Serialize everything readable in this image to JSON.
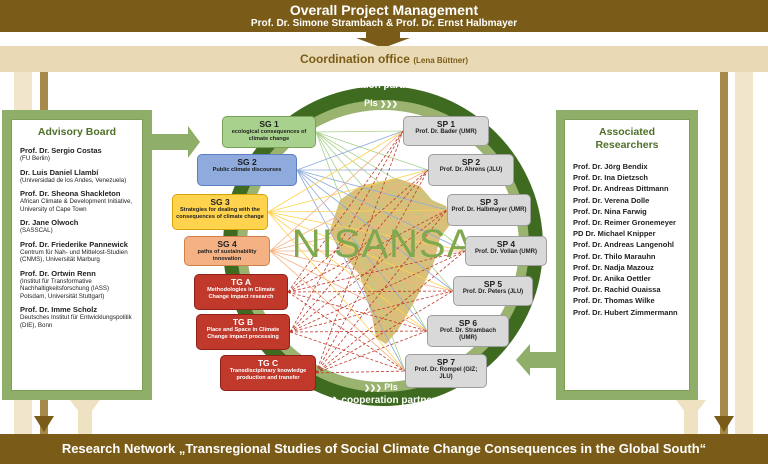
{
  "header": {
    "title": "Overall Project Management",
    "subtitle": "Prof. Dr. Simone Strambach & Prof. Dr. Ernst Halbmayer"
  },
  "coordination": {
    "label": "Coordination office",
    "person": "(Lena Büttner)"
  },
  "advisory": {
    "title": "Advisory Board",
    "members": [
      {
        "name": "Prof. Dr. Sergio Costas",
        "aff": "(FU Berlin)"
      },
      {
        "name": "Dr. Luis Daniel Llambí",
        "aff": "(Universidad de los Andes, Venezuela)"
      },
      {
        "name": "Prof. Dr. Sheona Shackleton",
        "aff": "African Climate & Development Initiative, University of Cape Town"
      },
      {
        "name": "Dr. Jane Olwoch",
        "aff": "(SASSCAL)"
      },
      {
        "name": "Prof. Dr. Friederike Pannewick",
        "aff": "Centrum für Nah- und Mittelost-Studien (CNMS), Universität Marburg"
      },
      {
        "name": "Prof. Dr. Ortwin Renn",
        "aff": "(Institut für Transformative Nachhaltigkeitsforschung (IASS) Potsdam, Universität Stuttgart)"
      },
      {
        "name": "Prof. Dr. Imme Scholz",
        "aff": "Deutsches Institut für Entwicklungspolitik (DIE), Bonn"
      }
    ]
  },
  "associated": {
    "title": "Associated Researchers",
    "members": [
      "Prof. Dr. Jörg Bendix",
      "Prof. Dr. Ina Dietzsch",
      "Prof. Dr. Andreas Dittmann",
      "Prof. Dr. Verena Dolle",
      "Prof. Dr. Nina Farwig",
      "Prof. Dr. Reimer Gronemeyer",
      "PD Dr. Michael Knipper",
      "Prof. Dr. Andreas Langenohl",
      "Prof. Dr. Thilo Marauhn",
      "Prof. Dr. Nadja Mazouz",
      "Prof. Dr. Anika Oettler",
      "Prof. Dr. Rachid Ouaissa",
      "Prof. Dr. Thomas Wilke",
      "Prof. Dr. Hubert Zimmermann"
    ]
  },
  "ring": {
    "top_label": "cooperation partners",
    "bottom_label": "cooperation partners",
    "pis_label": "PIs",
    "center": "NISANSA",
    "arrows": "❯❯❯"
  },
  "sg": [
    {
      "id": "SG 1",
      "desc": "ecological consequences of climate change"
    },
    {
      "id": "SG 2",
      "desc": "Public climate discourses"
    },
    {
      "id": "SG 3",
      "desc": "Strategies for dealing with the consequences of climate change"
    },
    {
      "id": "SG 4",
      "desc": "paths of sustainability innovation"
    }
  ],
  "tg": [
    {
      "id": "TG A",
      "desc": "Methodologies in Climate Change impact research"
    },
    {
      "id": "TG B",
      "desc": "Place and Space in Climate Change impact processing"
    },
    {
      "id": "TG C",
      "desc": "Transdisciplinary knowledge production and transfer"
    }
  ],
  "sp": [
    {
      "id": "SP 1",
      "desc": "Prof. Dr. Bader (UMR)"
    },
    {
      "id": "SP 2",
      "desc": "Prof. Dr. Ahrens (JLU)"
    },
    {
      "id": "SP 3",
      "desc": "Prof. Dr. Halbmayer (UMR)"
    },
    {
      "id": "SP 4",
      "desc": "Prof. Dr. Vollan (UMR)"
    },
    {
      "id": "SP 5",
      "desc": "Prof. Dr. Peters (JLU)"
    },
    {
      "id": "SP 6",
      "desc": "Prof. Dr. Strambach (UMR)"
    },
    {
      "id": "SP 7",
      "desc": "Prof. Dr. Rompel (GIZ; JLU)"
    }
  ],
  "footer": {
    "label": "Research Network „Transregional Studies of Social Climate Change Consequences in the Global South“"
  },
  "colors": {
    "brown": "#7a5c18",
    "ring_green": "#3f6b21",
    "light_green": "#8fae6a",
    "sg1": "#a9d18e",
    "sg2": "#8faadc",
    "sg3": "#ffd34d",
    "sg4": "#f4b183",
    "tg": "#c0392b",
    "sp": "#d9d9d9"
  }
}
